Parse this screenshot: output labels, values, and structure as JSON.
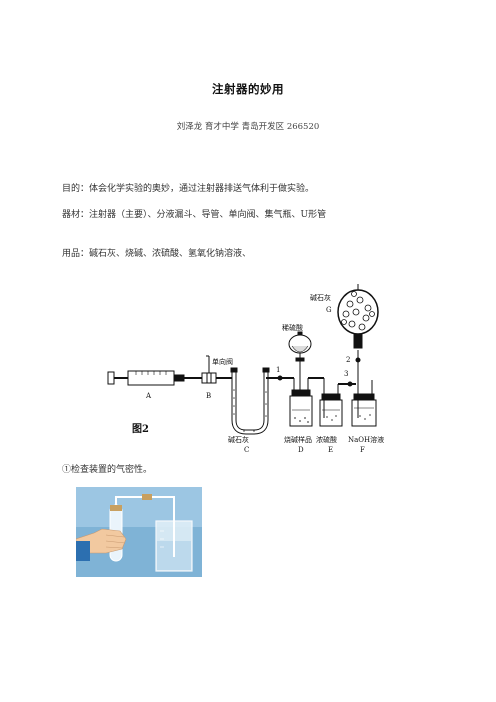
{
  "doc": {
    "title": "注射器的妙用",
    "author": "刘泽龙  育才中学  青岛开发区  266520",
    "purpose": "目的：体会化学实验的奥妙，通过注射器排送气体利于做实验。",
    "equipment": "器材：注射器（主要）、分液漏斗、导管、单向阀、集气瓶、U形管",
    "supplies": "用品：碱石灰、烧碱、浓硫酸、氢氧化钠溶液、",
    "step1": "①检查装置的气密性。"
  },
  "figure": {
    "label": "图2",
    "single_valve": "单向阀",
    "dilute_acid": "稀硫酸",
    "soda_lime_top": "碱石灰",
    "soda_lime_u": "碱石灰",
    "sample": "烧碱样品",
    "conc_acid": "浓硫酸",
    "naoh": "NaOH溶液",
    "letters": {
      "A": "A",
      "B": "B",
      "C": "C",
      "D": "D",
      "E": "E",
      "F": "F",
      "G": "G"
    },
    "valves": {
      "v1": "1",
      "v2": "2",
      "v3": "3"
    }
  },
  "colors": {
    "photo_bg": "#7fb3d6",
    "hand": "#f2c9a0",
    "sleeve": "#2c6fb0"
  }
}
